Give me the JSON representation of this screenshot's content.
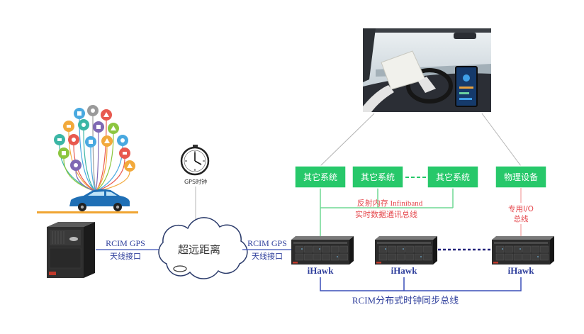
{
  "diagram": {
    "gps_clock_label": "GPS时钟",
    "cloud_label": "超远距离",
    "left_interface": [
      "RCIM GPS",
      "天线接口"
    ],
    "right_interface": [
      "RCIM GPS",
      "天线接口"
    ],
    "data_bus": [
      "反射内存 Infiniband",
      "实时数据通讯总线"
    ],
    "io_bus": [
      "专用I/O",
      "总线"
    ],
    "sync_bus": "RCIM分布式时钟同步总线",
    "systems": [
      "其它系统",
      "其它系统",
      "其它系统",
      "物理设备"
    ],
    "servers": [
      "iHawk",
      "iHawk",
      "iHawk"
    ]
  },
  "colors": {
    "system_box": "#27c86a",
    "green_line": "#6fd893",
    "blue_line": "#3a4fb8",
    "blue_text": "#2f3f9c",
    "red_text": "#e5484d",
    "red_line": "#f2a0a0",
    "orange_base": "#f0a532",
    "car_body": "#1f6fb5",
    "gray_line": "#b5b5b5",
    "white_text": "#ffffff"
  }
}
